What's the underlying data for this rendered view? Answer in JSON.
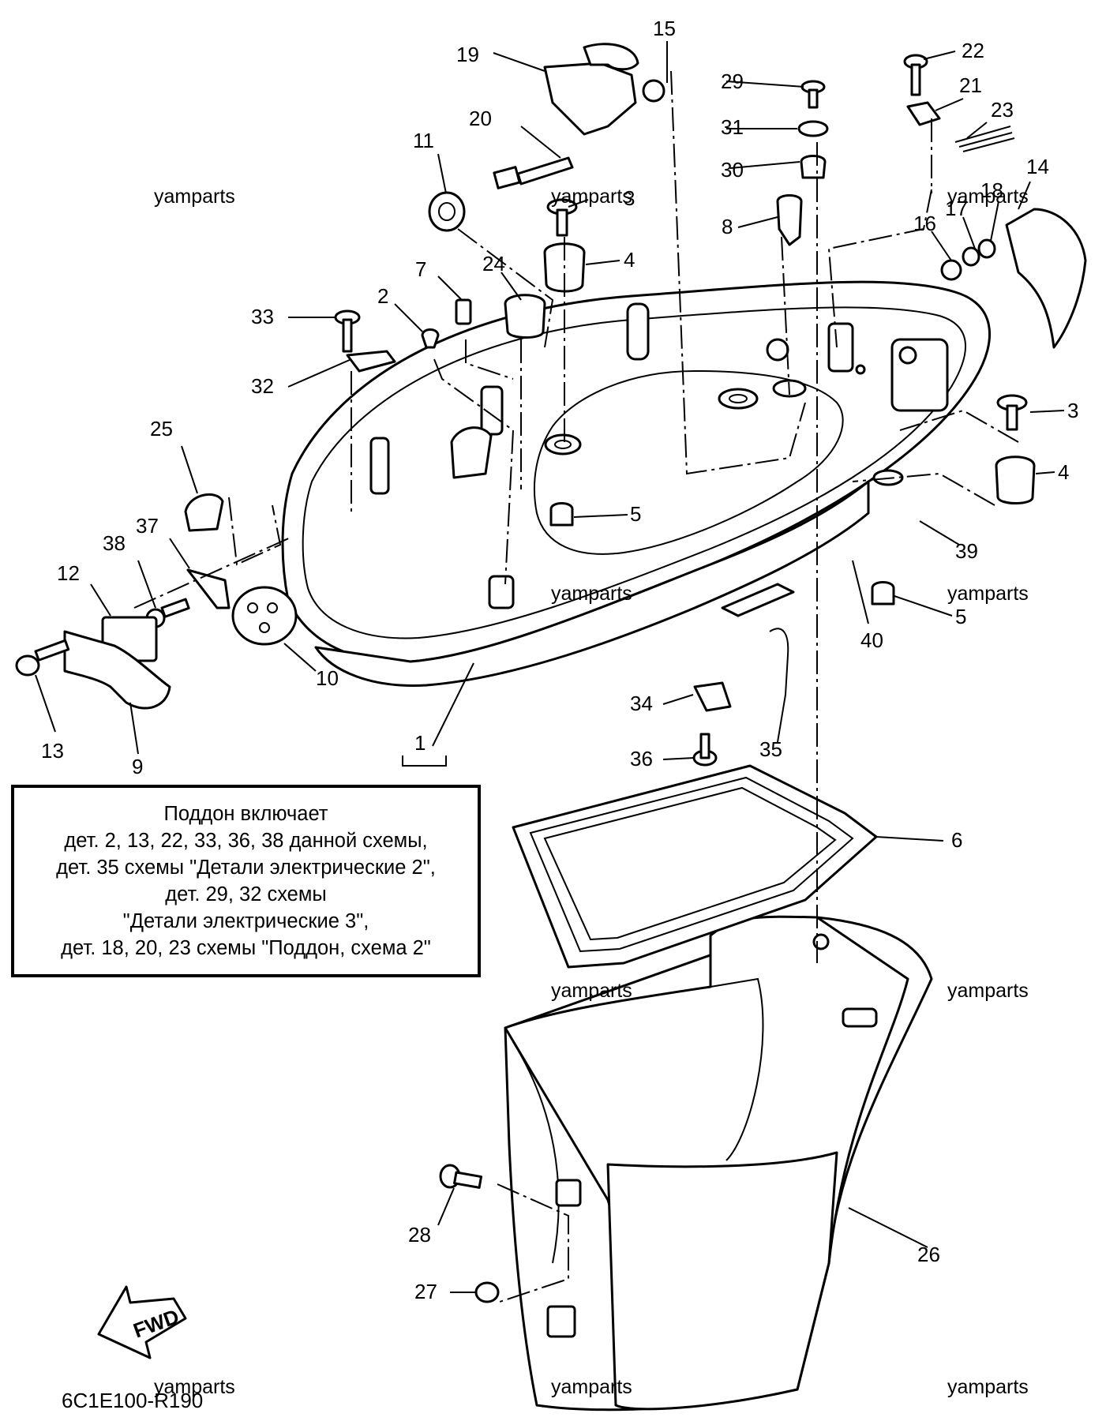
{
  "diagram": {
    "callouts": {
      "p1": "1",
      "p2": "2",
      "p3a": "3",
      "p3b": "3",
      "p4a": "4",
      "p4b": "4",
      "p5a": "5",
      "p5b": "5",
      "p6": "6",
      "p7": "7",
      "p8": "8",
      "p9": "9",
      "p10": "10",
      "p11": "11",
      "p12": "12",
      "p13": "13",
      "p14": "14",
      "p15": "15",
      "p16": "16",
      "p17": "17",
      "p18": "18",
      "p19": "19",
      "p20": "20",
      "p21": "21",
      "p22": "22",
      "p23": "23",
      "p24": "24",
      "p25": "25",
      "p26": "26",
      "p27": "27",
      "p28": "28",
      "p29": "29",
      "p30": "30",
      "p31": "31",
      "p32": "32",
      "p33": "33",
      "p34": "34",
      "p35": "35",
      "p36": "36",
      "p37": "37",
      "p38": "38",
      "p39": "39",
      "p40": "40"
    },
    "watermark": "yamparts",
    "drawing_code": "6C1E100-R190",
    "fwd_label": "FWD",
    "note_lines": [
      "Поддон включает",
      "дет. 2, 13, 22, 33, 36, 38 данной схемы,",
      "дет. 35 схемы \"Детали электрические 2\",",
      "дет. 29, 32 схемы",
      "\"Детали электрические 3\",",
      "дет. 18, 20, 23 схемы \"Поддон, схема 2\""
    ]
  }
}
